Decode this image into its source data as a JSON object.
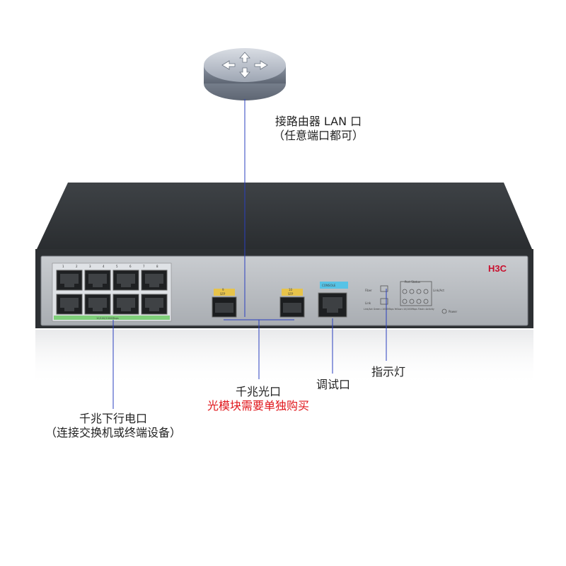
{
  "router": {
    "label_line1": "接路由器 LAN 口",
    "label_line2": "（任意端口都可）"
  },
  "device": {
    "brand": "H3C",
    "sfp_left_top": "9",
    "sfp_left_bottom": "SFP",
    "sfp_right_top": "10",
    "sfp_right_bottom": "SFP",
    "console": "CONSOLE",
    "port_status": "Port Status",
    "legend_left": "Link/Act  Green=1000Mbps  Yellow=10/100Mbps  Flash=Activity",
    "led_left_1": "Fiber",
    "led_left_2": "Link",
    "led_right": "Link/Act",
    "power": "Power",
    "eth_top_labels": [
      "1",
      "2",
      "3",
      "4",
      "5",
      "6",
      "7",
      "8"
    ],
    "eth_bottom_strip": "10/100/1000Mbps"
  },
  "callouts": {
    "gigabit_copper_line1": "千兆下行电口",
    "gigabit_copper_line2": "（连接交换机或终端设备）",
    "sfp_line1": "千兆光口",
    "sfp_line2": "光模块需要单独购买",
    "console": "调试口",
    "indicator": "指示灯"
  },
  "colors": {
    "accent_red": "#e0161b",
    "leader_line": "#2a3fbf",
    "brand_red": "#c8102e"
  }
}
